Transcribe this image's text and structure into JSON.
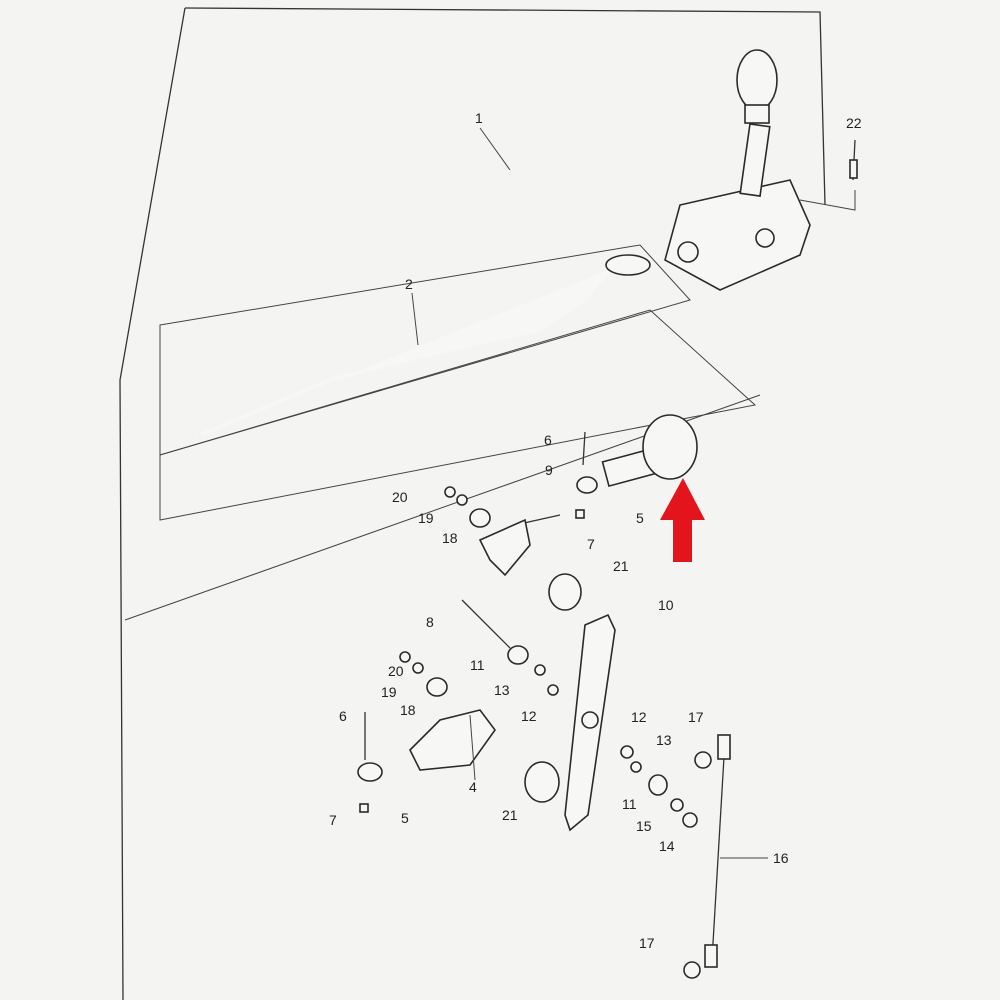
{
  "callouts": [
    "1",
    "22",
    "2",
    "6",
    "9",
    "20",
    "19",
    "5",
    "18",
    "7",
    "21",
    "10",
    "8",
    "20",
    "11",
    "19",
    "13",
    "18",
    "12",
    "12",
    "17",
    "6",
    "13",
    "4",
    "11",
    "5",
    "7",
    "21",
    "15",
    "14",
    "16",
    "17"
  ],
  "colors": {
    "arrow": "#e3141c",
    "paper": "#f4f4f2",
    "ink": "#2a2a2a"
  },
  "icons": {
    "highlight": "red-up-arrow-icon"
  }
}
